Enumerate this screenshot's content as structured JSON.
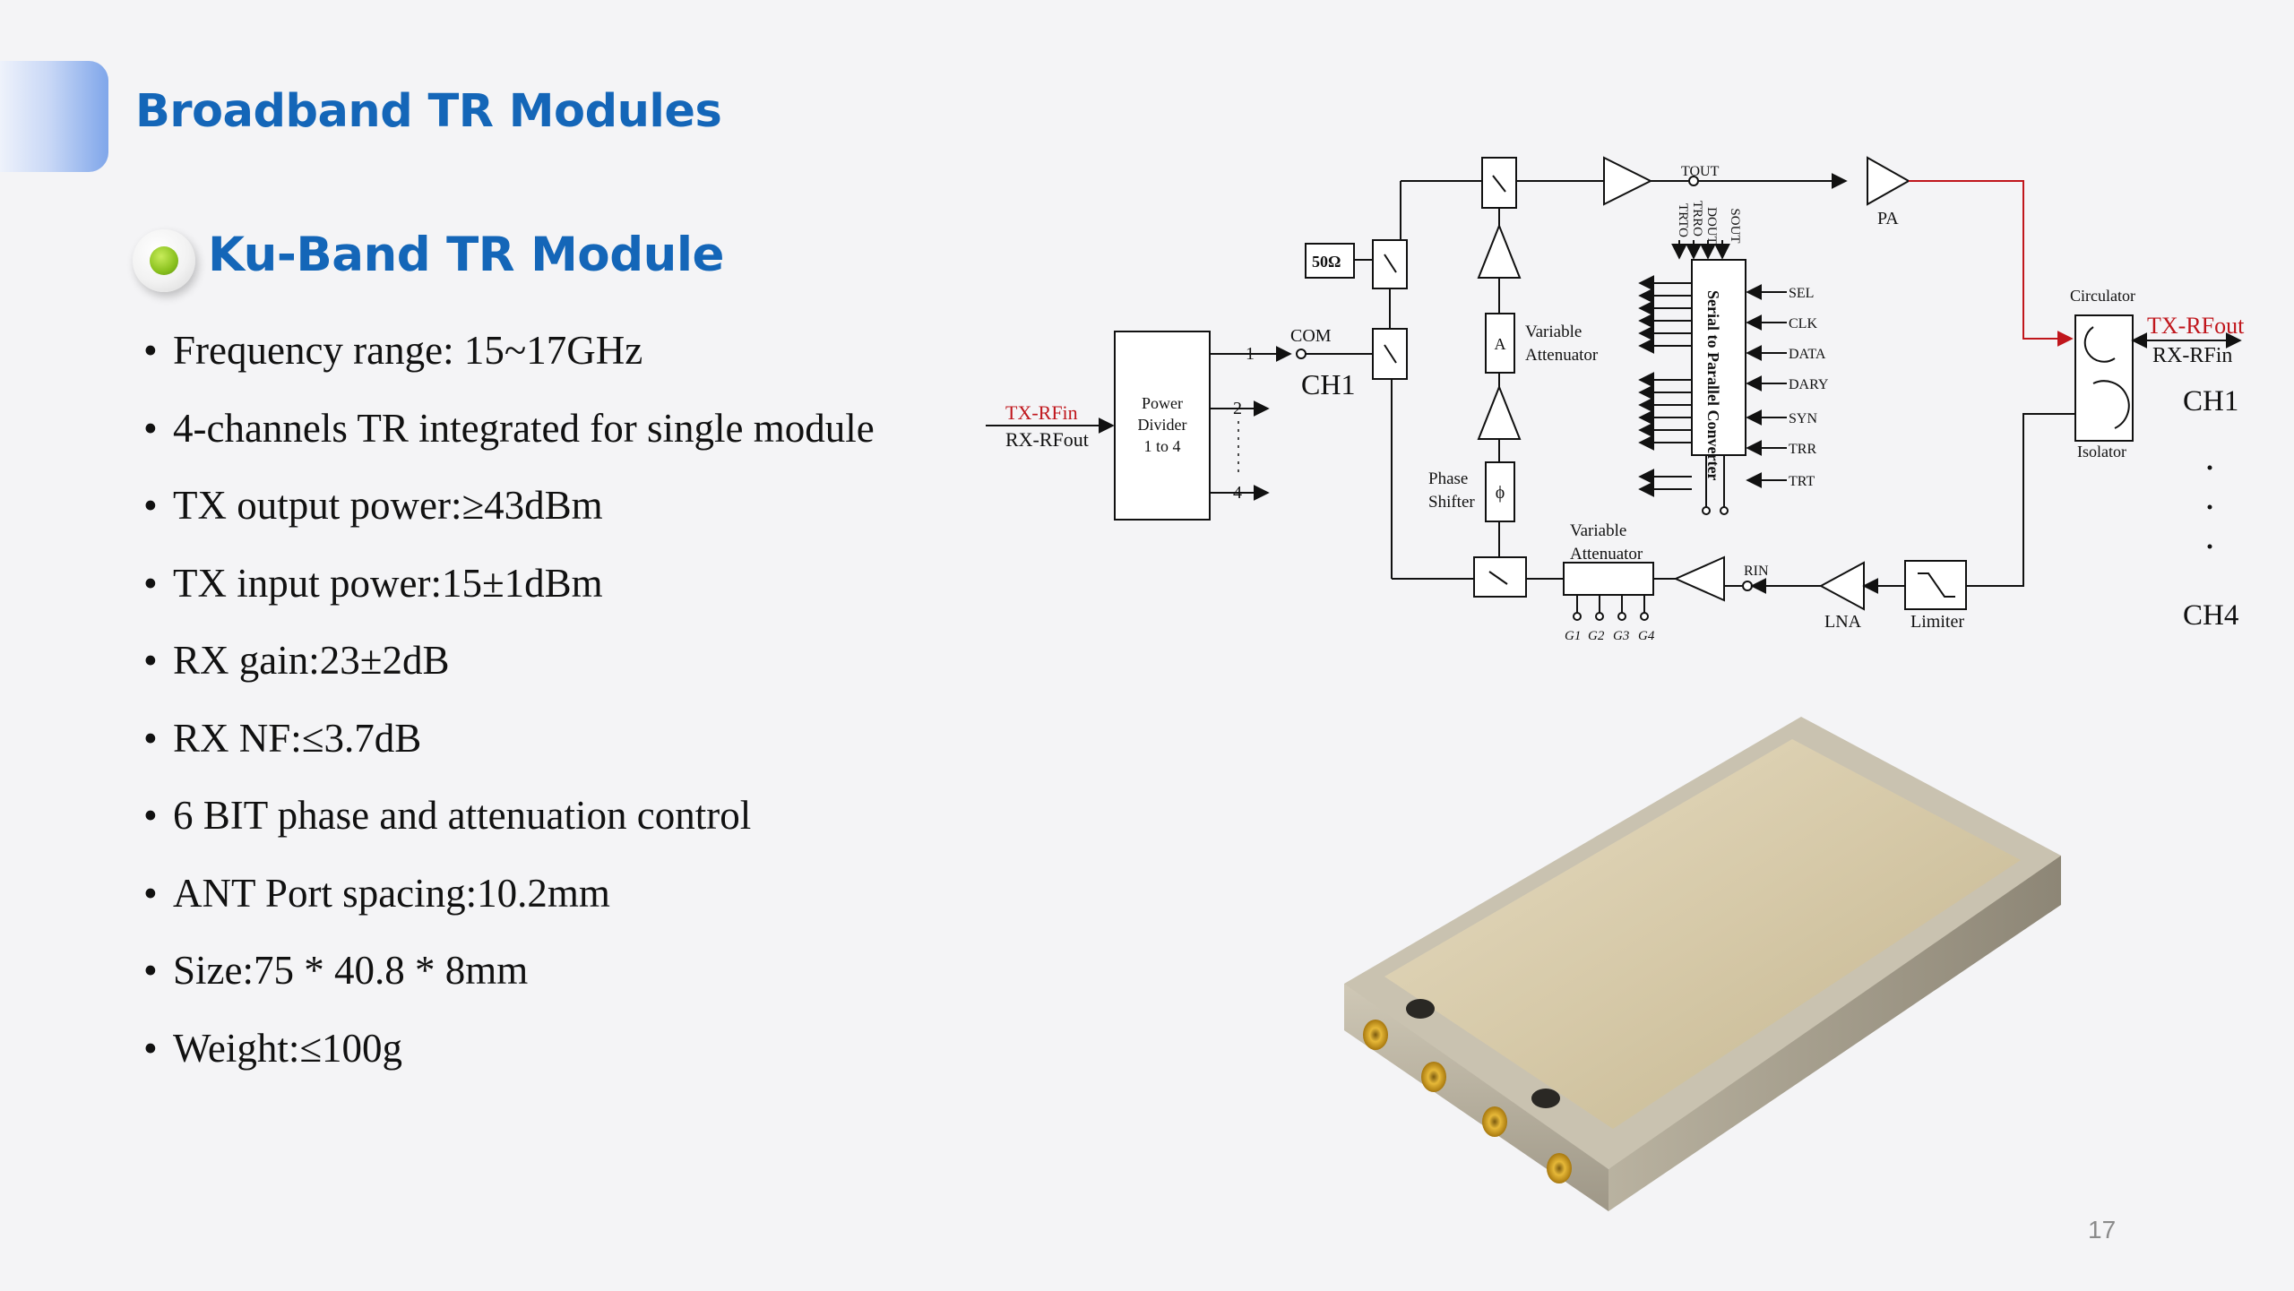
{
  "slide": {
    "title": "Broadband TR Modules",
    "section_title": "Ku-Band TR Module",
    "page_number": "17",
    "accent_color": "#1466b8"
  },
  "specs": [
    "Frequency range: 15~17GHz",
    "4-channels TR integrated for single module",
    "TX output power:≥43dBm",
    "TX input power:15±1dBm",
    "RX gain:23±2dB",
    "RX NF:≤3.7dB",
    "6 BIT phase and attenuation control",
    "ANT Port spacing:10.2mm",
    "Size:75 * 40.8 * 8mm",
    "Weight:≤100g"
  ],
  "diagram": {
    "input_tx": "TX-RFin",
    "input_rx": "RX-RFout",
    "power_divider": [
      "Power",
      "Divider",
      "1 to 4"
    ],
    "port_1": "1",
    "port_2": "2",
    "port_4": "4",
    "com": "COM",
    "ch1_left": "CH1",
    "load": "50Ω",
    "atten_a": "A",
    "variable_attenuator_top": [
      "Variable",
      "Attenuator"
    ],
    "phase": "ϕ",
    "phase_shifter": [
      "Phase",
      "Shifter"
    ],
    "variable_attenuator_bottom": [
      "Variable",
      "Attenuator"
    ],
    "g_labels": [
      "G1",
      "G2",
      "G3",
      "G4"
    ],
    "tout": "TOUT",
    "pa": "PA",
    "rin": "RIN",
    "lna": "LNA",
    "limiter": "Limiter",
    "circulator": "Circulator",
    "isolator": "Isolator",
    "ant_tx": "TX-RFout",
    "ant_rx": "RX-RFin",
    "ch1_right": "CH1",
    "ch4_right": "CH4",
    "converter": "Serial to Parallel Converter",
    "top_pins": [
      "TRTO",
      "TRRO",
      "DOUT",
      "SOUT"
    ],
    "right_pins": [
      "SEL",
      "CLK",
      "DATA",
      "DARY",
      "SYN",
      "TRR",
      "TRT"
    ],
    "highlight_color": "#c0161c"
  },
  "photo": {
    "lid_color": "#d8ccae",
    "body_color": "#bdb6a4",
    "connector_color": "#d4a21c"
  }
}
